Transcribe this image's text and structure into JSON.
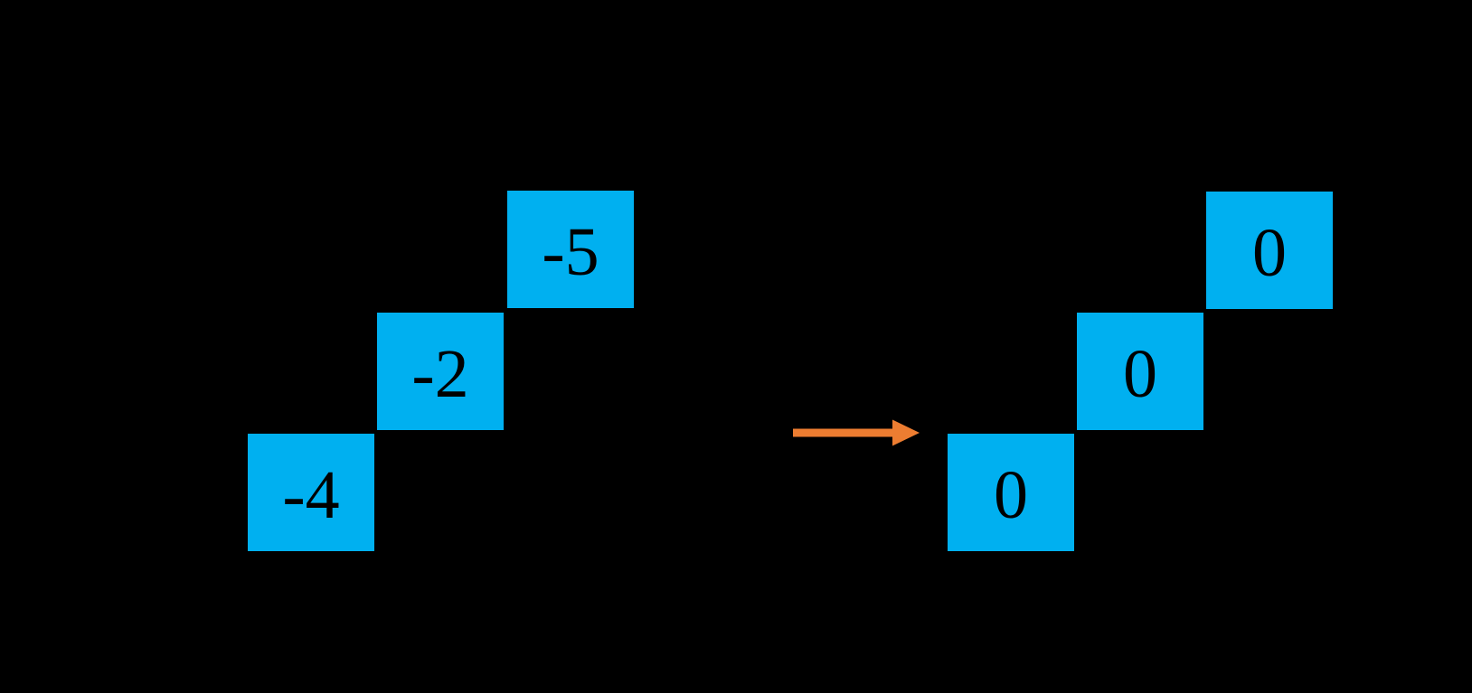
{
  "colors": {
    "background": "#000000",
    "square_fill": "#00B0F0",
    "square_label": "#000000",
    "arrow": "#ED7D31"
  },
  "before": {
    "squares": [
      {
        "label": "-4",
        "position": "bottom-left"
      },
      {
        "label": "-2",
        "position": "middle"
      },
      {
        "label": "-5",
        "position": "top-right"
      }
    ]
  },
  "after": {
    "squares": [
      {
        "label": "0",
        "position": "bottom-left"
      },
      {
        "label": "0",
        "position": "middle"
      },
      {
        "label": "0",
        "position": "top-right"
      }
    ]
  },
  "arrow": {
    "direction": "right"
  }
}
